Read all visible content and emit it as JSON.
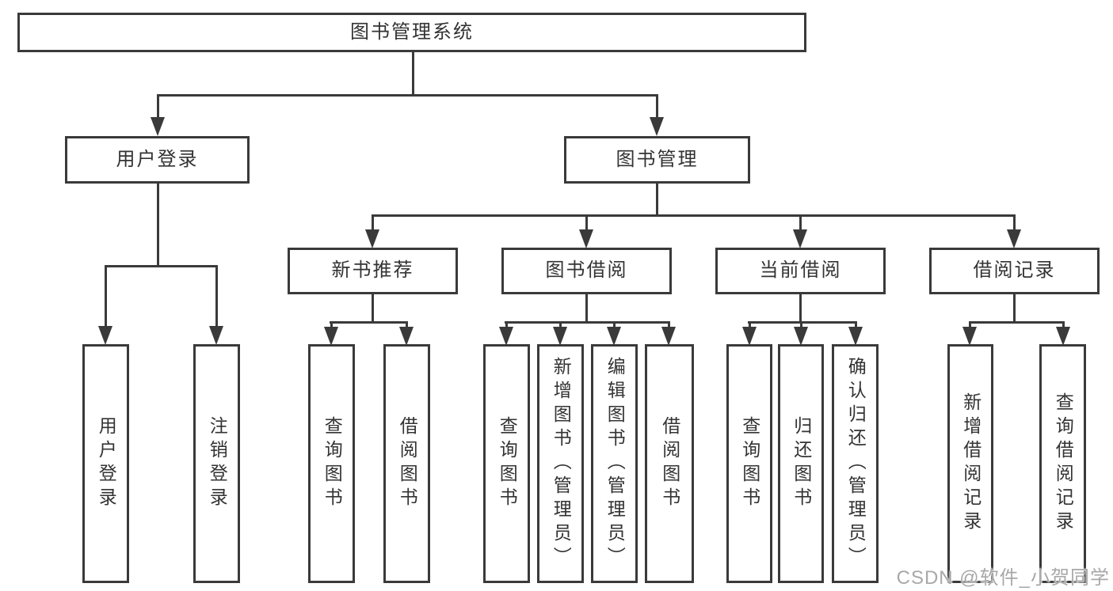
{
  "tree": {
    "root": "图书管理系统",
    "branches": [
      {
        "label": "用户登录",
        "children": [
          {
            "label": "用户登录"
          },
          {
            "label": "注销登录"
          }
        ]
      },
      {
        "label": "图书管理",
        "sections": [
          {
            "label": "新书推荐",
            "children": [
              {
                "label": "查询图书"
              },
              {
                "label": "借阅图书"
              }
            ]
          },
          {
            "label": "图书借阅",
            "children": [
              {
                "label": "查询图书"
              },
              {
                "label": "新增图书（管理员）"
              },
              {
                "label": "编辑图书（管理员）"
              },
              {
                "label": "借阅图书"
              }
            ]
          },
          {
            "label": "当前借阅",
            "children": [
              {
                "label": "查询图书"
              },
              {
                "label": "归还图书"
              },
              {
                "label": "确认归还（管理员）"
              }
            ]
          },
          {
            "label": "借阅记录",
            "children": [
              {
                "label": "新增借阅记录"
              },
              {
                "label": "查询借阅记录"
              }
            ]
          }
        ]
      }
    ]
  },
  "watermark": "CSDN @软件_小贺同学",
  "colors": {
    "line": "#3a3a3a",
    "text": "#333333",
    "watermark": "#a8a8a8",
    "background": "#ffffff"
  }
}
